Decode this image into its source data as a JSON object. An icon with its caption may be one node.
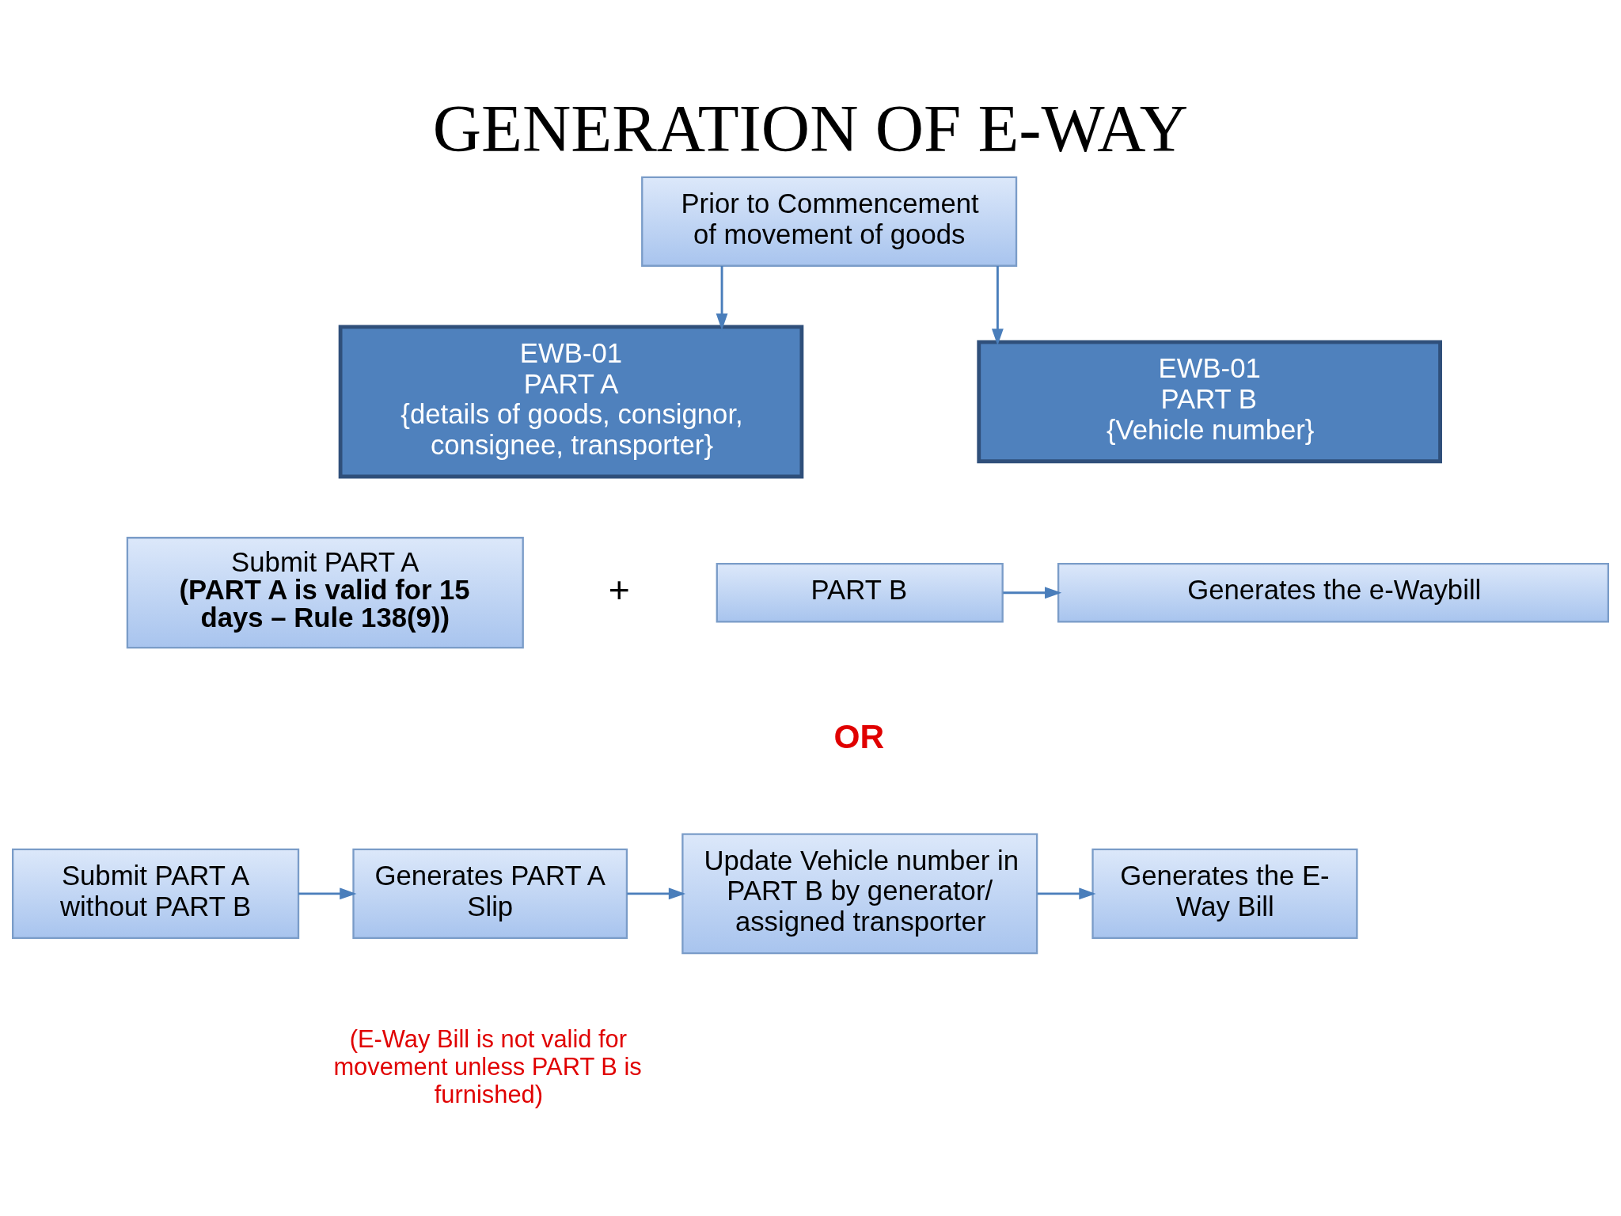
{
  "diagram": {
    "title": "GENERATION OF E-WAY",
    "nodes": [
      {
        "text": [
          "Prior to Commencement of movement of goods"
        ]
      },
      {
        "text": [
          "EWB-01",
          "PART A",
          "{details of goods, consignor, consignee, transporter}"
        ]
      },
      {
        "text": [
          "EWB-01",
          "PART B",
          "{Vehicle number}"
        ]
      },
      {
        "text": [
          "Submit PART A",
          "(PART A is valid for 15 days – Rule 138(9))"
        ]
      },
      {
        "text": [
          "PART B"
        ]
      },
      {
        "text": [
          "Generates the e-Waybill"
        ]
      },
      {
        "text": [
          "Submit PART A without PART B"
        ]
      },
      {
        "text": [
          "Generates PART A Slip"
        ]
      },
      {
        "text": [
          "Update Vehicle number in PART B by generator/ assigned transporter"
        ]
      },
      {
        "text": [
          "Generates the E- Way Bill"
        ]
      }
    ],
    "edges": [
      {
        "from": 0,
        "to": 1,
        "arrow": "to"
      },
      {
        "from": 0,
        "to": 2,
        "arrow": "to"
      },
      {
        "from": 4,
        "to": 5,
        "arrow": "to"
      },
      {
        "from": 6,
        "to": 7,
        "arrow": "to"
      },
      {
        "from": 7,
        "to": 8,
        "arrow": "to"
      },
      {
        "from": 8,
        "to": 9,
        "arrow": "to"
      }
    ],
    "labels": [
      "+",
      "OR",
      "(E-Way Bill is not valid for movement unless PART B is furnished)"
    ]
  }
}
